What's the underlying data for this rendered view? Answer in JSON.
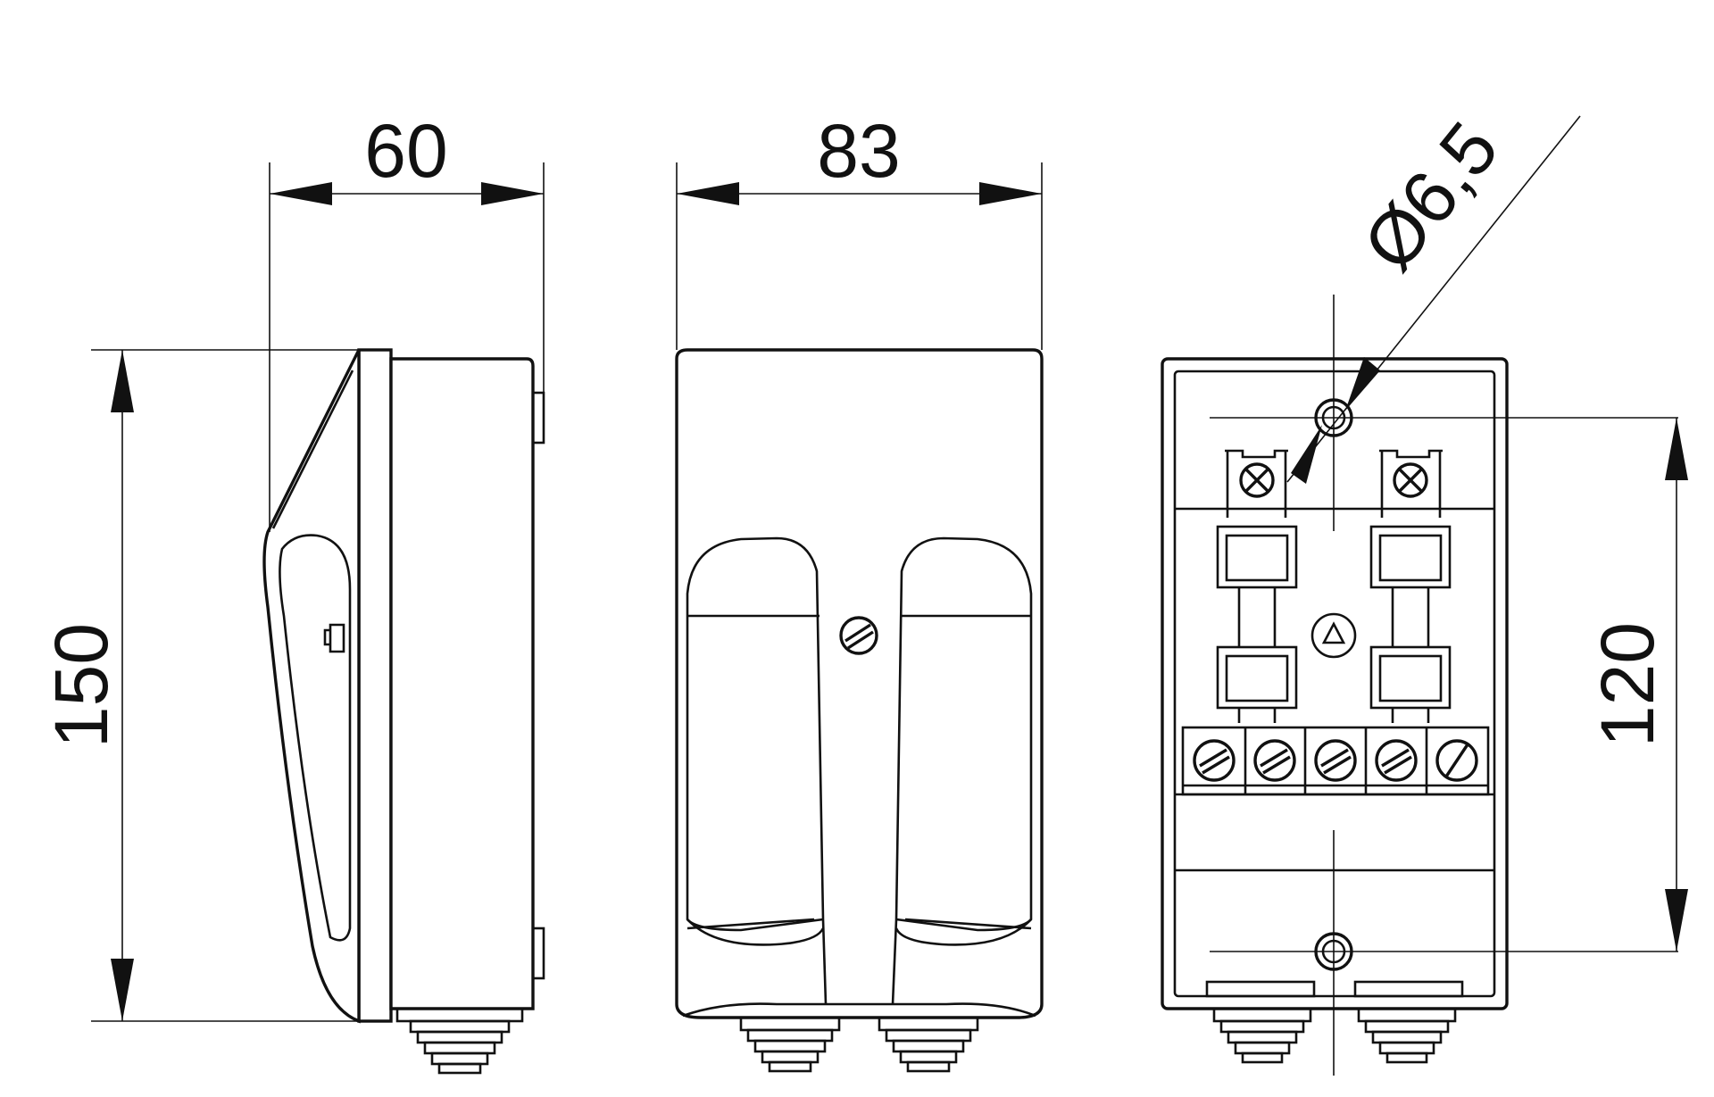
{
  "drawing": {
    "views": [
      "side-view",
      "front-view",
      "interior-view"
    ],
    "dimensions": {
      "side_depth": "60",
      "front_width": "83",
      "overall_height": "150",
      "mounting_hole_diameter": "Ø6,5",
      "mounting_hole_spacing": "120"
    },
    "triangle_mark": "△"
  }
}
